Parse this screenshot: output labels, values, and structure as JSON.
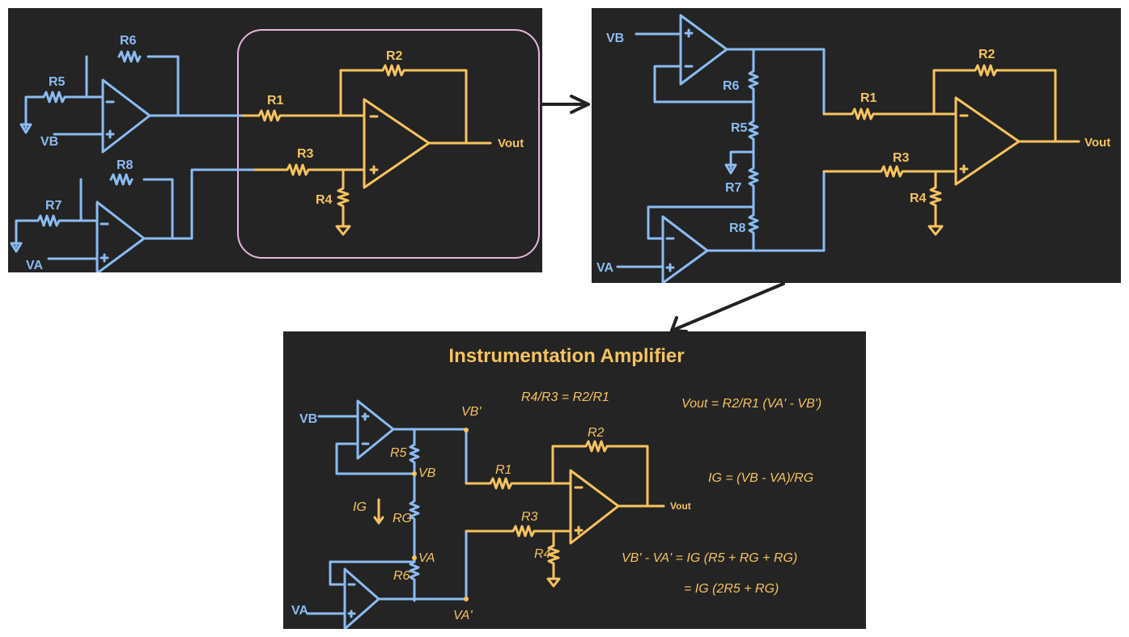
{
  "panel1": {
    "labels": {
      "r6": "R6",
      "r5": "R5",
      "vb": "VB",
      "r8": "R8",
      "r7": "R7",
      "va": "VA",
      "r1": "R1",
      "r2": "R2",
      "r3": "R3",
      "r4": "R4",
      "vout": "Vout"
    }
  },
  "panel2": {
    "labels": {
      "vb": "VB",
      "r6": "R6",
      "r5": "R5",
      "r7": "R7",
      "r8": "R8",
      "va": "VA",
      "r1": "R1",
      "r2": "R2",
      "r3": "R3",
      "r4": "R4",
      "vout": "Vout"
    }
  },
  "panel3": {
    "title": "Instrumentation Amplifier",
    "labels": {
      "vb": "VB",
      "va": "VA",
      "r5": "R5",
      "rg": "RG",
      "r6": "R6",
      "node_vb": "VB",
      "node_va": "VA",
      "vb_prime": "VB'",
      "va_prime": "VA'",
      "ig": "IG",
      "r1": "R1",
      "r2": "R2",
      "r3": "R3",
      "r4": "R4",
      "vout": "Vout"
    },
    "equations": {
      "ratio": "R4/R3 = R2/R1",
      "vout": "Vout = R2/R1 (VA' - VB')",
      "ig": "IG = (VB - VA)/RG",
      "diff_1": "VB' - VA' = IG (R5 + RG + RG)",
      "diff_2": "= IG (2R5 + RG)"
    }
  },
  "colors": {
    "background": "#242424",
    "blue": "#8bbcf2",
    "orange": "#f7c35e",
    "frame": "#e8b4e0"
  }
}
